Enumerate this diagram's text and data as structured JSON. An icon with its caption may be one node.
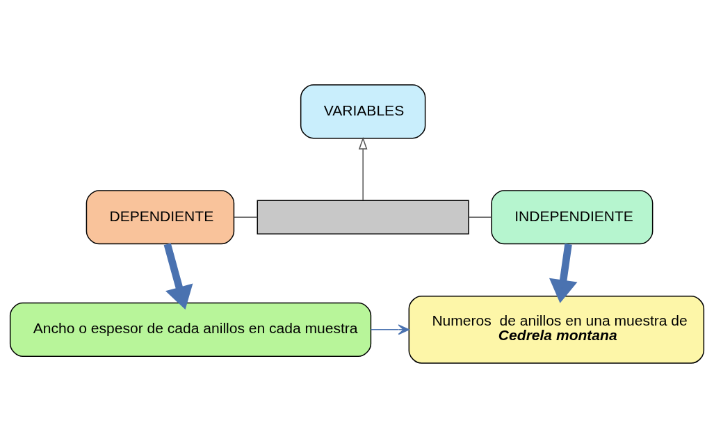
{
  "diagram": {
    "nodes": [
      {
        "text": [
          "VARIABLES"
        ]
      },
      {
        "text": [
          "DEPENDIENTE"
        ]
      },
      {
        "text": [],
        "shape": "bar"
      },
      {
        "text": [
          "INDEPENDIENTE"
        ]
      },
      {
        "text": [
          "Ancho o espesor de cada anillos en cada muestra"
        ]
      },
      {
        "text": [
          "Numeros  de anillos en una muestra de",
          "Cedrela montana"
        ]
      }
    ],
    "edges": [
      {
        "from": 1,
        "to": 2,
        "arrow": "none"
      },
      {
        "from": 2,
        "to": 3,
        "arrow": "none"
      },
      {
        "from": 2,
        "to": 0,
        "arrow": "to"
      },
      {
        "from": 1,
        "to": 4,
        "arrow": "to",
        "style": "thick",
        "color": "#4a72b0"
      },
      {
        "from": 3,
        "to": 5,
        "arrow": "to",
        "style": "thick",
        "color": "#4a72b0"
      },
      {
        "from": 4,
        "to": 5,
        "arrow": "to",
        "color": "#4a72b0"
      }
    ]
  }
}
